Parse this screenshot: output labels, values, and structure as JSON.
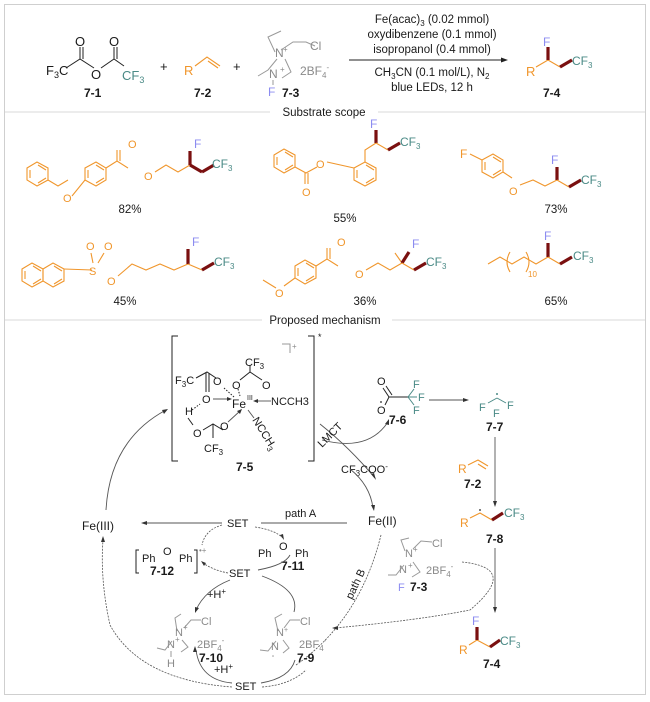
{
  "reaction": {
    "reagents": [
      {
        "id": "7-1",
        "name": "trifluoroacetic anhydride",
        "left_group": "F3C",
        "right_group": "CF3"
      },
      {
        "id": "7-2",
        "name": "alkene",
        "r_label": "R"
      },
      {
        "id": "7-3",
        "name": "Selectfluor",
        "counterion": "2BF4-",
        "substituent": "Cl",
        "fluorine": "F"
      }
    ],
    "plus": "+",
    "conditions_above": [
      "Fe(acac)3 (0.02 mmol)",
      "oxydibenzene (0.1 mmol)",
      "isopropanol (0.4 mmol)"
    ],
    "conditions_below": [
      "CH3CN (0.1 mol/L), N2",
      "blue LEDs, 12 h"
    ],
    "product": {
      "id": "7-4",
      "r_label": "R",
      "f_label": "F",
      "cf3_label": "CF3"
    }
  },
  "sections": {
    "substrate_scope_title": "Substrate scope",
    "mechanism_title": "Proposed mechanism"
  },
  "substrate_scope": [
    {
      "name": "4-phenoxybenzoate ester",
      "yield": "82%"
    },
    {
      "name": "2-benzoyloxyphenyl",
      "yield": "55%"
    },
    {
      "name": "4-fluorophenoxy",
      "yield": "73%"
    },
    {
      "name": "naphthalene-2-sulfonate",
      "yield": "45%"
    },
    {
      "name": "4-methoxybenzoate, tertiary fluoride",
      "yield": "36%"
    },
    {
      "name": "long alkyl chain",
      "yield": "65%",
      "repeat": "10"
    }
  ],
  "mechanism": {
    "complex": {
      "id": "7-5",
      "metal": "Fe",
      "ox": "III",
      "ligand": "NCCH3",
      "charge": "+",
      "star": "*"
    },
    "lmct": "LMCT",
    "anion": "CF3COO-",
    "radical_acyloxy": {
      "id": "7-6"
    },
    "cf3_radical": {
      "id": "7-7"
    },
    "alkene": {
      "id": "7-2",
      "r_label": "R"
    },
    "alkyl_radical": {
      "id": "7-8"
    },
    "selectfluor": {
      "id": "7-3"
    },
    "product": {
      "id": "7-4"
    },
    "fe3": "Fe(III)",
    "fe2": "Fe(II)",
    "path_a": "path A",
    "path_b": "path B",
    "set": "SET",
    "proton": "+H+",
    "diphenyl_ether": {
      "id": "7-11",
      "left": "Ph",
      "o": "O",
      "right": "Ph"
    },
    "radical_cation": {
      "id": "7-12",
      "left": "Ph",
      "o": "O",
      "right": "Ph",
      "charge": "•+"
    },
    "amine_radical": {
      "id": "7-9"
    },
    "protonated_amine": {
      "id": "7-10",
      "h": "H"
    }
  },
  "colors": {
    "substrate": "#f0962c",
    "cf3": "#4a8a86",
    "fluorine": "#8c8cf0",
    "wedge_bond": "#7a1010",
    "reagent_gray": "#8a8a8a"
  }
}
